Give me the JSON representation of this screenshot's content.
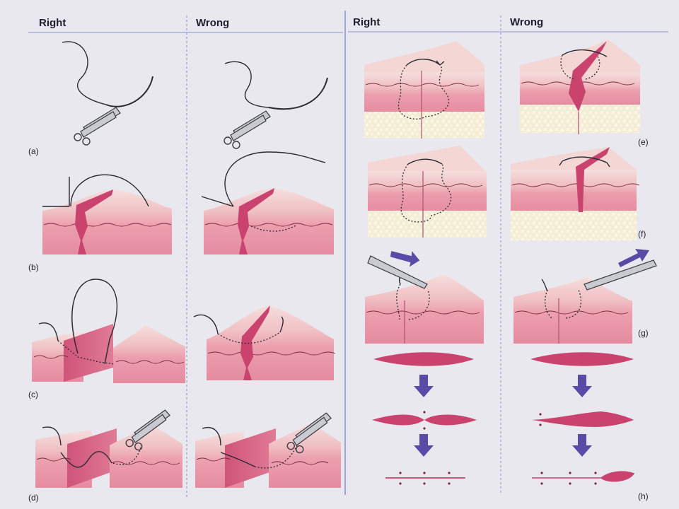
{
  "headers": {
    "right_1": "Right",
    "wrong_1": "Wrong",
    "right_2": "Right",
    "wrong_2": "Wrong"
  },
  "panel_labels": {
    "a": "(a)",
    "b": "(b)",
    "c": "(c)",
    "d": "(d)",
    "e": "(e)",
    "f": "(f)",
    "g": "(g)",
    "h": "(h)"
  },
  "colors": {
    "page": "#e9e8ef",
    "skin_top": "#f3d1d2",
    "dermis": "#eeaab4",
    "dermis_dark": "#e28b9d",
    "wound": "#c9436e",
    "fat": "#f3ecd2",
    "divider_blue": "#8a93c9",
    "arrow": "#5a4aa8"
  },
  "icons": [
    "needle-holder-icon",
    "curved-needle-icon",
    "direction-arrow-icon"
  ]
}
